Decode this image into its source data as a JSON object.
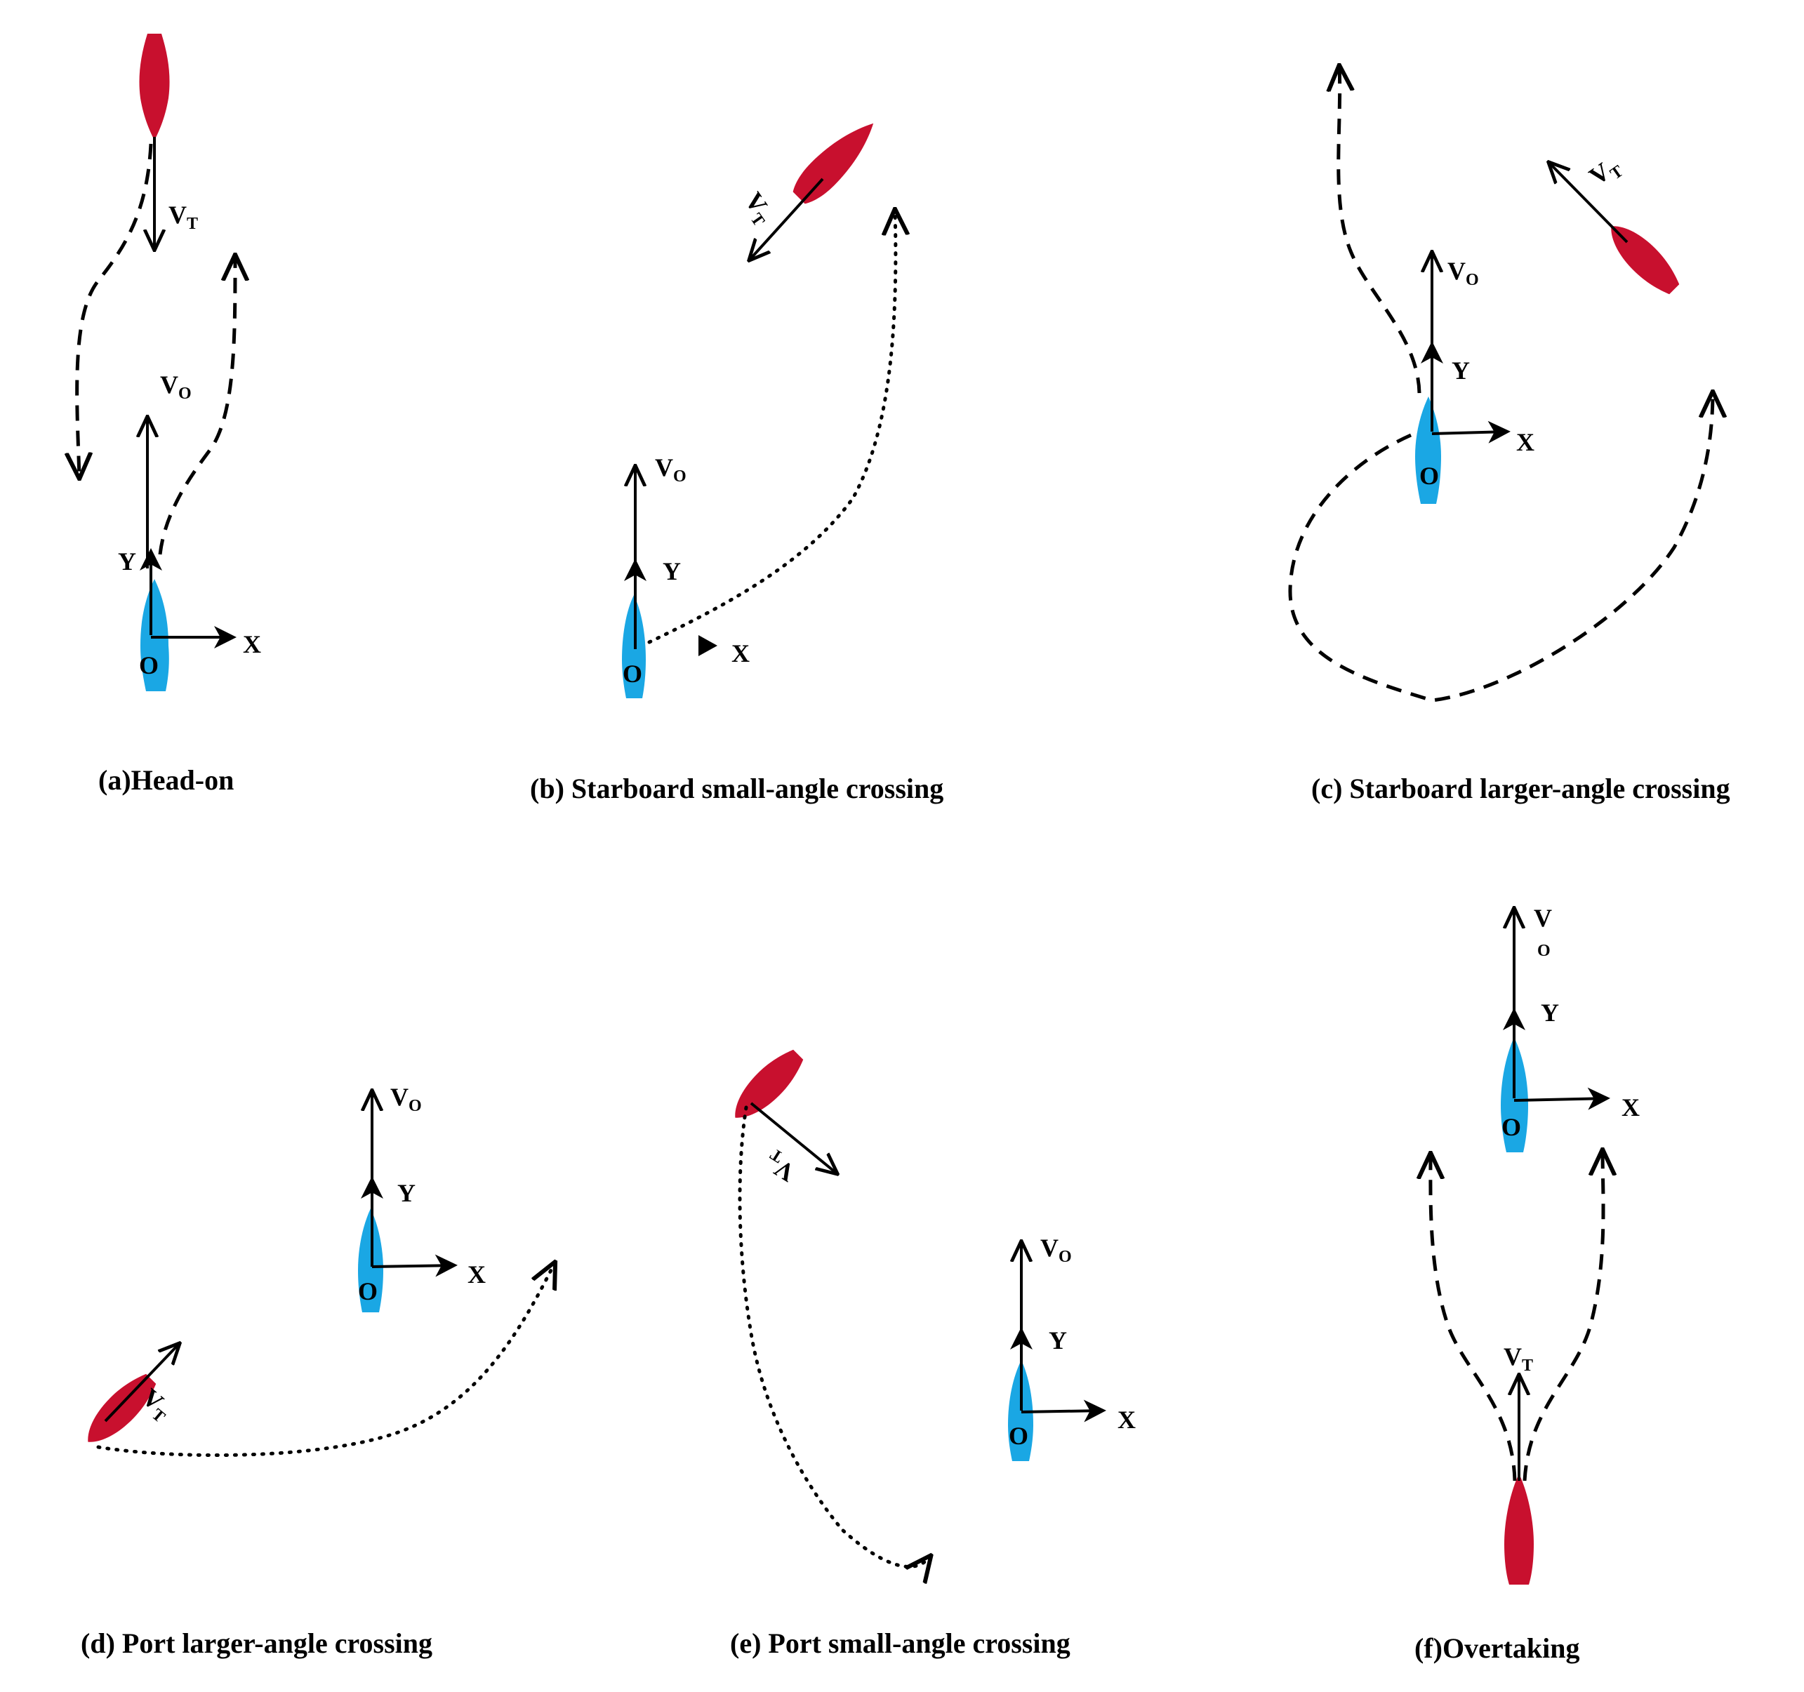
{
  "colors": {
    "own_ship": "#1aa7e4",
    "target_ship": "#c8102e",
    "ink": "#000000"
  },
  "labels": {
    "v": "V",
    "sub_t": "T",
    "sub_o": "O",
    "axis_x": "X",
    "axis_y": "Y",
    "origin": "O"
  },
  "panels": [
    {
      "id": "a",
      "caption": "(a)Head-on",
      "path_style": "dashed"
    },
    {
      "id": "b",
      "caption": "(b) Starboard small-angle crossing",
      "path_style": "dotted"
    },
    {
      "id": "c",
      "caption": "(c) Starboard larger-angle crossing",
      "path_style": "dashed"
    },
    {
      "id": "d",
      "caption": "(d) Port larger-angle crossing",
      "path_style": "dotted"
    },
    {
      "id": "e",
      "caption": "(e) Port small-angle crossing",
      "path_style": "dotted"
    },
    {
      "id": "f",
      "caption": "(f)Overtaking",
      "path_style": "dashed"
    }
  ]
}
